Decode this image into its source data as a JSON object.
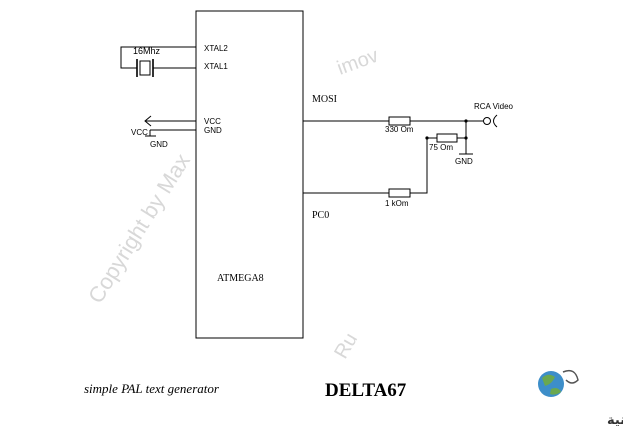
{
  "crystal": {
    "label": "16Mhz"
  },
  "chip": {
    "name": "ATMEGA8",
    "pins": {
      "xtal2": "XTAL2",
      "xtal1": "XTAL1",
      "vcc": "VCC",
      "gnd": "GND",
      "mosi": "MOSI",
      "pc0": "PC0"
    }
  },
  "power": {
    "vcc": "VCC",
    "gnd": "GND"
  },
  "resistors": {
    "r1": "330 Om",
    "r2": "75 Om",
    "r3": "1 kOm"
  },
  "output": {
    "label": "RCA Video",
    "gnd": "GND"
  },
  "watermarks": {
    "copyright": "Copyright by Max",
    "imov": "imov",
    "ru": "Ru"
  },
  "caption": {
    "title": "simple PAL text generator",
    "id": "DELTA67"
  },
  "logo": {
    "text": "القرية الالكترونية"
  }
}
